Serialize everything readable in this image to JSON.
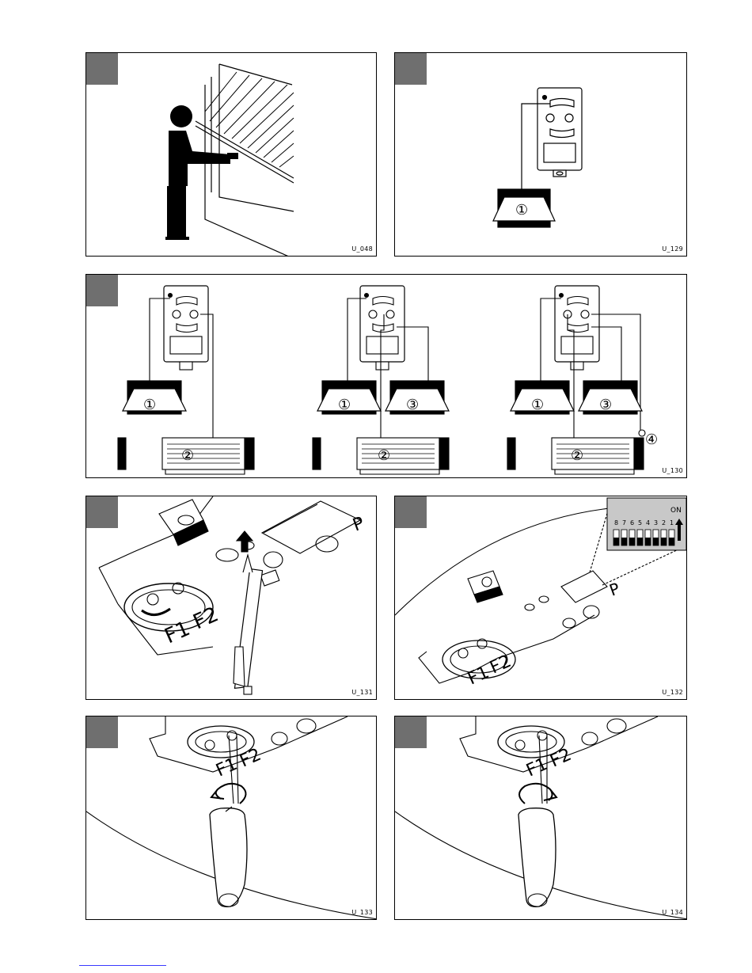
{
  "panels": [
    {
      "code": "U_048"
    },
    {
      "code": "U_129"
    },
    {
      "code": "U_130"
    },
    {
      "code": "U_131"
    },
    {
      "code": "U_132"
    },
    {
      "code": "U_133"
    },
    {
      "code": "U_134"
    }
  ],
  "callouts": [
    "①",
    "②",
    "③",
    "④"
  ],
  "labels": {
    "f1": "F1",
    "f2": "F2",
    "p": "P",
    "on": "ON",
    "dip_numbers": [
      "8",
      "7",
      "6",
      "5",
      "4",
      "3",
      "2",
      "1"
    ]
  }
}
